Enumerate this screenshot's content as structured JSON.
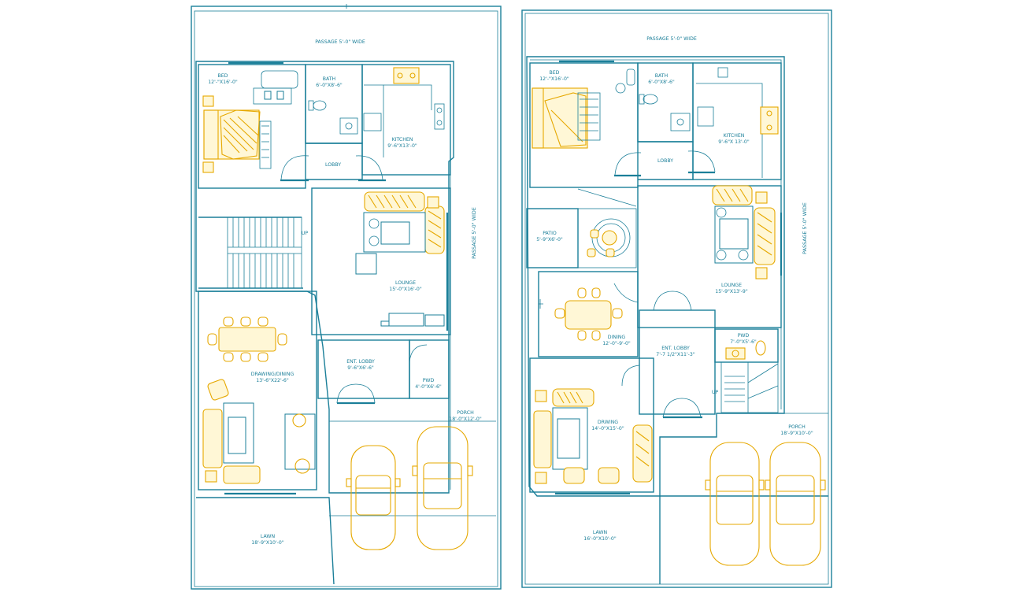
{
  "colors": {
    "wall": "#1b7f99",
    "furniture": "#e6a800",
    "background": "#ffffff"
  },
  "left_plan": {
    "passage_top": "PASSAGE 5'-0\" WIDE",
    "passage_right": "PASSAGE 5'-0\" WIDE",
    "bed": {
      "name": "BED",
      "size": "12'-\"X16'-0\""
    },
    "bath": {
      "name": "BATH",
      "size": "6'-0\"X8'-6\""
    },
    "kitchen": {
      "name": "KITCHEN",
      "size": "9'-6\"X13'-0\""
    },
    "lobby": "LOBBY",
    "stair_up": "UP",
    "lounge": {
      "name": "LOUNGE",
      "size": "15'-0\"X16'-0\""
    },
    "drawing_dining": {
      "name": "DRAWING/DINING",
      "size": "13'-6\"X22'-6\""
    },
    "ent_lobby": {
      "name": "ENT. LOBBY",
      "size": "9'-6\"X6'-6\""
    },
    "pwd": {
      "name": "PWD",
      "size": "4'-0\"X6'-6\""
    },
    "porch": {
      "name": "PORCH",
      "size": "18'-0\"X12'-0\""
    },
    "lawn": {
      "name": "LAWN",
      "size": "18'-9\"X10'-0\""
    }
  },
  "right_plan": {
    "passage_top": "PASSAGE 5'-0\" WIDE",
    "passage_right": "PASSAGE 5'-0\" WIDE",
    "bed": {
      "name": "BED",
      "size": "12'-\"X16'-0\""
    },
    "bath": {
      "name": "BATH",
      "size": "6'-0\"X8'-6\""
    },
    "kitchen": {
      "name": "KITCHEN",
      "size": "9'-6\"X 13'-0\""
    },
    "lobby": "LOBBY",
    "patio": {
      "name": "PATIO",
      "size": "5'-9\"X6'-0\""
    },
    "lounge": {
      "name": "LOUNGE",
      "size": "15'-9\"X13'-9\""
    },
    "dining": {
      "name": "DINING",
      "size": "12'-0\"-9'-0\""
    },
    "ent_lobby": {
      "name": "ENT. LOBBY",
      "size": "7'-7 1/2\"X11'-3\""
    },
    "pwd": {
      "name": "PWD",
      "size": "7'-0\"X5'-6\""
    },
    "stair_up": "UP",
    "drawing": {
      "name": "DRWING",
      "size": "14'-0\"X15'-0\""
    },
    "porch": {
      "name": "PORCH",
      "size": "18'-9\"X10'-0\""
    },
    "lawn": {
      "name": "LAWN",
      "size": "16'-0\"X10'-0\""
    }
  }
}
